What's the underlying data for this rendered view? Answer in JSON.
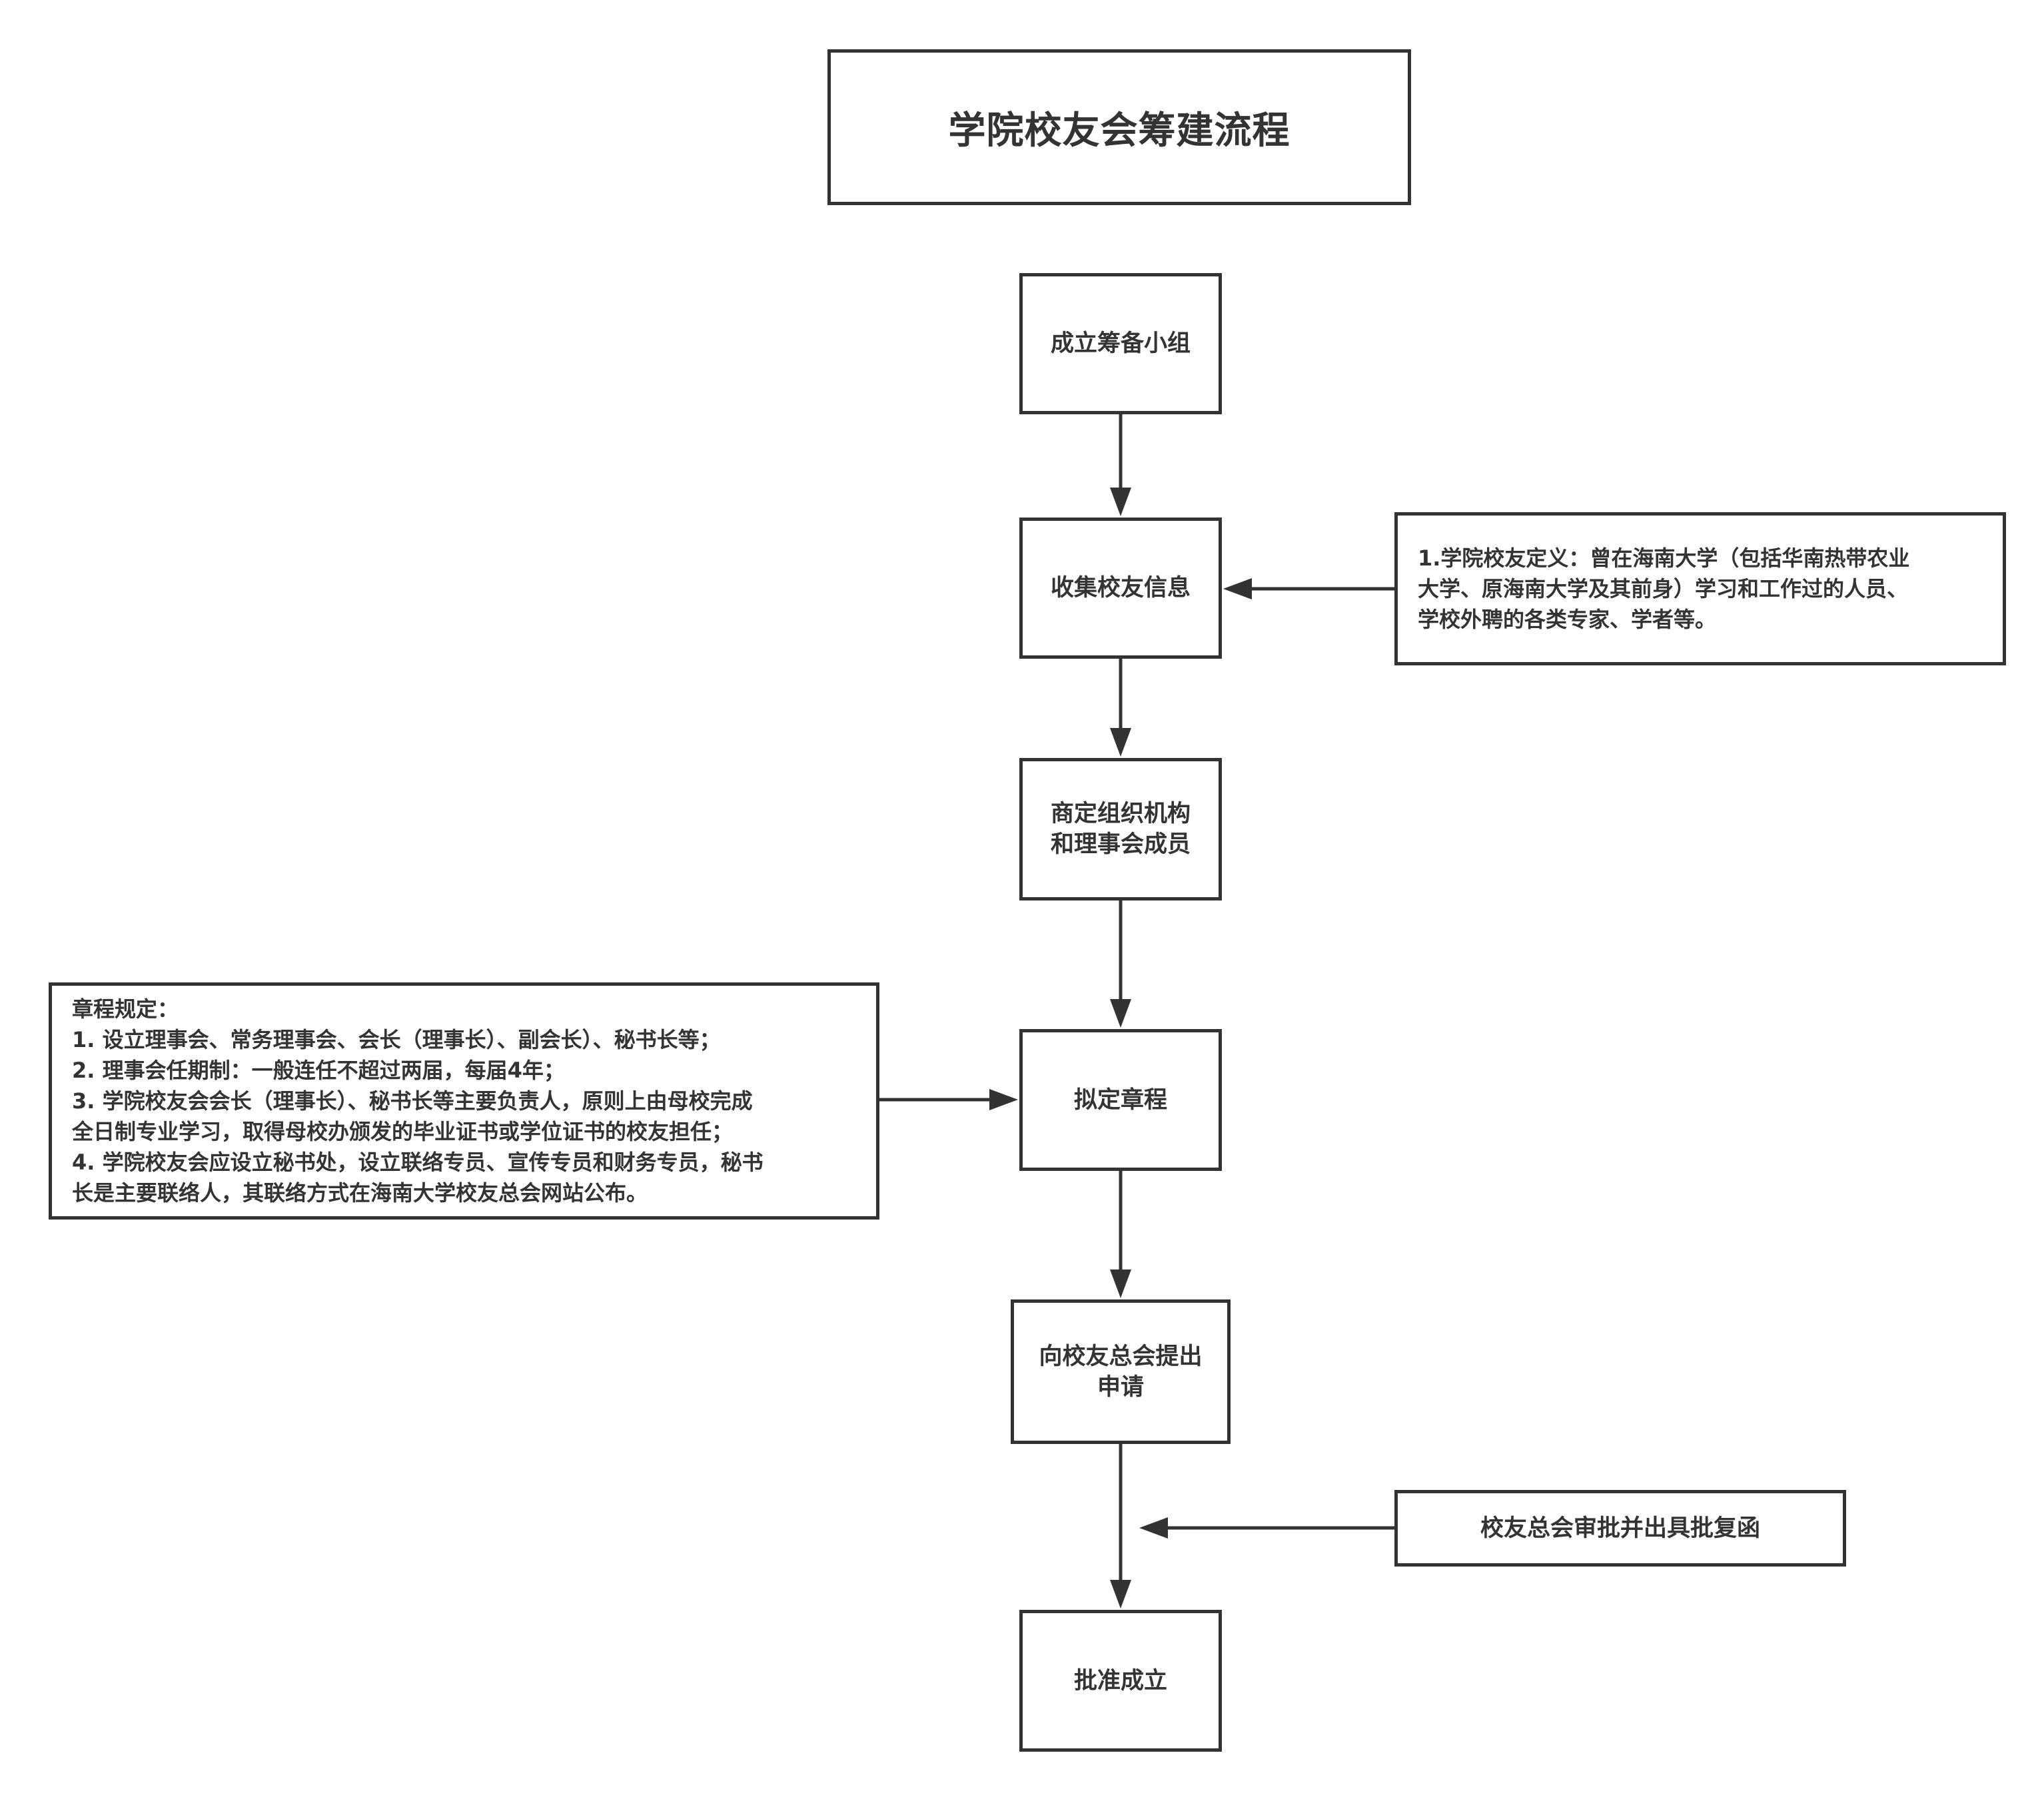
{
  "title": "学院校友会筹建流程",
  "steps": [
    {
      "id": "step1",
      "lines": [
        "成立筹备小组"
      ]
    },
    {
      "id": "step2",
      "lines": [
        "收集校友信息"
      ]
    },
    {
      "id": "step3",
      "lines": [
        "商定组织机构",
        "和理事会成员"
      ]
    },
    {
      "id": "step4",
      "lines": [
        "拟定章程"
      ]
    },
    {
      "id": "step5",
      "lines": [
        "向校友总会提出",
        "申请"
      ]
    },
    {
      "id": "step6",
      "lines": [
        "批准成立"
      ]
    }
  ],
  "notes": {
    "alumni_definition": {
      "lines": [
        "1.学院校友定义：曾在海南大学（包括华南热带农业",
        "大学、原海南大学及其前身）学习和工作过的人员、",
        "学校外聘的各类专家、学者等。"
      ]
    },
    "charter_rules": {
      "lines": [
        "章程规定：",
        "1. 设立理事会、常务理事会、会长（理事长）、副会长）、秘书长等；",
        "2. 理事会任期制：一般连任不超过两届，每届4年；",
        "3. 学院校友会会长（理事长）、秘书长等主要负责人，原则上由母校完成",
        "全日制专业学习，取得母校办颁发的毕业证书或学位证书的校友担任；",
        "4. 学院校友会应设立秘书处，设立联络专员、宣传专员和财务专员，秘书",
        "长是主要联络人，其联络方式在海南大学校友总会网站公布。"
      ]
    },
    "approval": {
      "lines": [
        "校友总会审批并出具批复函"
      ]
    }
  },
  "colors": {
    "stroke": "#333333",
    "text": "#333333",
    "background": "#ffffff"
  }
}
